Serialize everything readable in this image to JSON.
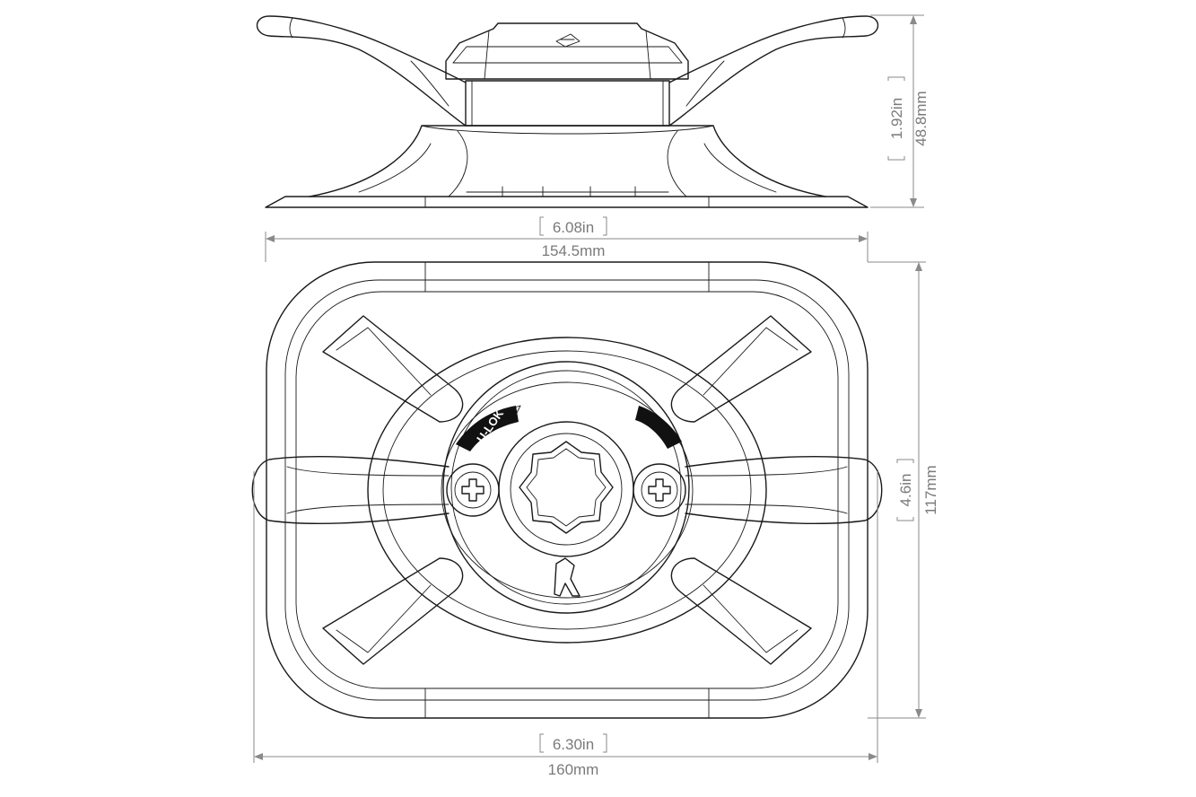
{
  "dimensions": {
    "side_height_in": "1.92in",
    "side_height_mm": "48.8mm",
    "top_width_in": "6.08in",
    "top_width_mm": "154.5mm",
    "plan_height_in": "4.6in",
    "plan_height_mm": "117mm",
    "plan_width_in": "6.30in",
    "plan_width_mm": "160mm"
  },
  "labels": {
    "lock_text": "U-LOK"
  },
  "colors": {
    "line": "#1a1a1a",
    "dimension": "#8a8a8a"
  }
}
